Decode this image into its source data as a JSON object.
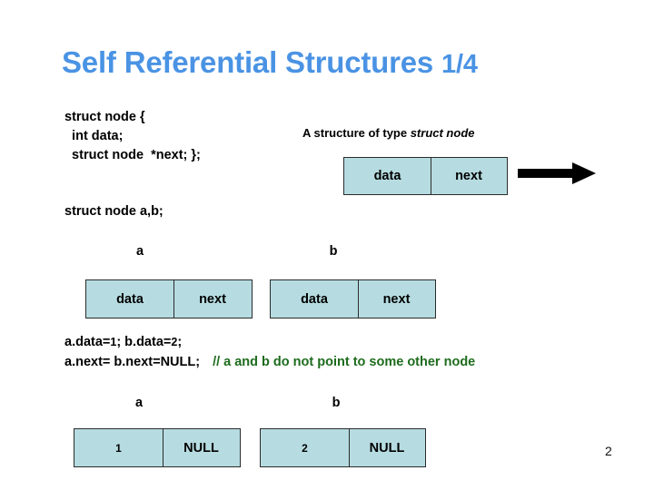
{
  "slide": {
    "title_main": "Self Referential Structures ",
    "title_fraction": "1/4",
    "page_number": "2",
    "colors": {
      "title_blue": "#4a93e4",
      "box_fill": "#b6dce1",
      "box_border": "#2b2b2b",
      "comment_green": "#1d6b1d",
      "background": "#ffffff"
    }
  },
  "code": {
    "declaration": "struct node {\n  int data;\n  struct node  *next; };",
    "variables": "struct node a,b;",
    "assign_line1": "a.data=",
    "assign_line1_num1": "1",
    "assign_line1_sep": ";    b.data=",
    "assign_line1_num2": "2",
    "assign_line1_end": ";",
    "assign_line2": "a.next= b.next=NULL;",
    "comment": "// a and b do not point to some other node"
  },
  "caption": {
    "prefix": "A structure of type ",
    "type_name": "struct node"
  },
  "boxes": {
    "type_box": {
      "fields": [
        "data",
        "next"
      ]
    },
    "node_a": {
      "label": "a",
      "fields": [
        "data",
        "next"
      ]
    },
    "node_b": {
      "label": "b",
      "fields": [
        "data",
        "next"
      ]
    },
    "value_a": {
      "label": "a",
      "fields": [
        "1",
        "NULL"
      ]
    },
    "value_b": {
      "label": "b",
      "fields": [
        "2",
        "NULL"
      ]
    }
  },
  "icons": {
    "arrow": "right-arrow-icon"
  }
}
